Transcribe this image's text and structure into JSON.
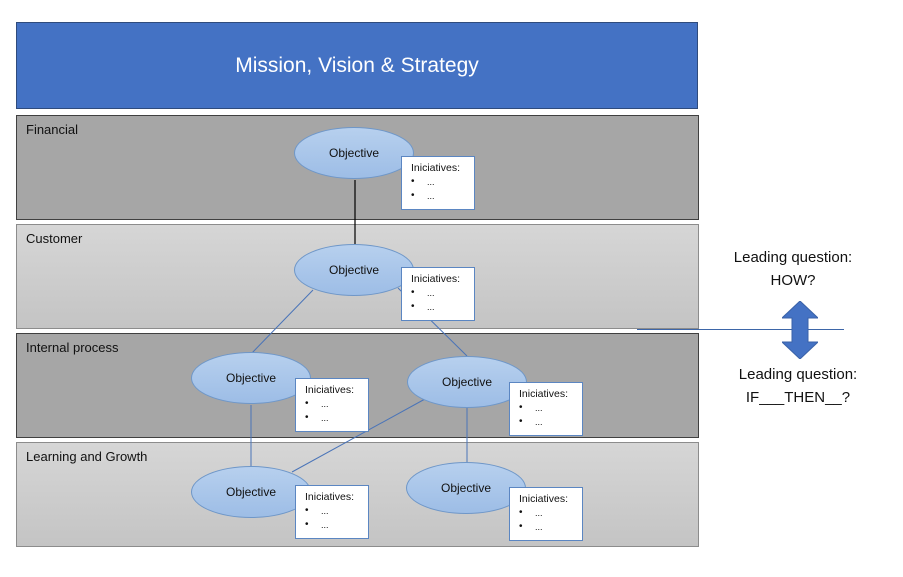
{
  "banner": {
    "title": "Mission, Vision & Strategy",
    "color": "#4472c4"
  },
  "perspectives": [
    {
      "label": "Financial"
    },
    {
      "label": "Customer"
    },
    {
      "label": "Internal process"
    },
    {
      "label": "Learning and Growth"
    }
  ],
  "objectives": [
    {
      "label": "Objective",
      "perspective": "Financial",
      "initiatives": {
        "title": "Iniciatives:",
        "items": [
          "...",
          "..."
        ]
      }
    },
    {
      "label": "Objective",
      "perspective": "Customer",
      "initiatives": {
        "title": "Iniciatives:",
        "items": [
          "...",
          "..."
        ]
      }
    },
    {
      "label": "Objective",
      "perspective": "Internal process",
      "initiatives": {
        "title": "Iniciatives:",
        "items": [
          "...",
          "..."
        ]
      }
    },
    {
      "label": "Objective",
      "perspective": "Internal process",
      "initiatives": {
        "title": "Iniciatives:",
        "items": [
          "...",
          "..."
        ]
      }
    },
    {
      "label": "Objective",
      "perspective": "Learning and Growth",
      "initiatives": {
        "title": "Iniciatives:",
        "items": [
          "...",
          "..."
        ]
      }
    },
    {
      "label": "Objective",
      "perspective": "Learning and Growth",
      "initiatives": {
        "title": "Iniciatives:",
        "items": [
          "...",
          "..."
        ]
      }
    }
  ],
  "links": [
    {
      "from": 0,
      "to": 1
    },
    {
      "from": 1,
      "to": 2
    },
    {
      "from": 1,
      "to": 3
    },
    {
      "from": 2,
      "to": 4
    },
    {
      "from": 3,
      "to": 4
    },
    {
      "from": 3,
      "to": 5
    }
  ],
  "leading_questions": {
    "top": {
      "line1": "Leading question:",
      "line2": "HOW?"
    },
    "bottom": {
      "line1": "Leading question:",
      "line2": "IF___THEN__?"
    }
  }
}
